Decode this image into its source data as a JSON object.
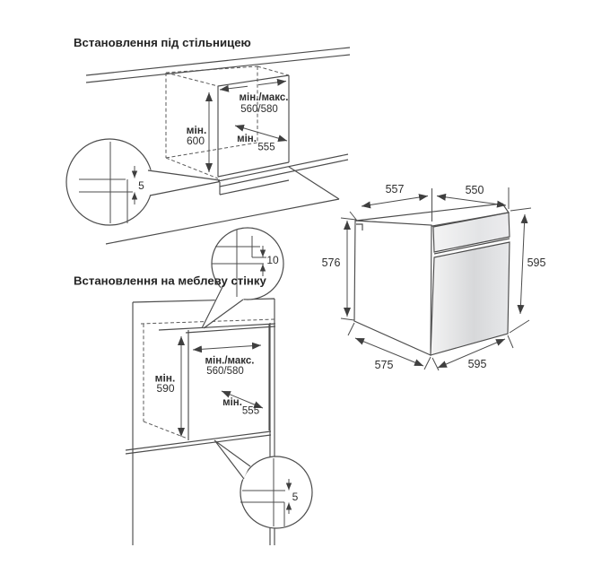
{
  "colors": {
    "line": "#4c4c4c",
    "text": "#2e2e2e",
    "door_gray": "#d8d9db",
    "background": "#ffffff"
  },
  "section_under_countertop": {
    "title": "Встановлення під стільницею",
    "height_label": "мін.",
    "height_value": "600",
    "width_label": "мін./макс.",
    "width_value": "560/580",
    "depth_label": "мін.",
    "depth_value": "555",
    "gap_value": "5"
  },
  "section_furniture_wall": {
    "title": "Встановлення на меблеву стінку",
    "height_label": "мін.",
    "height_value": "590",
    "width_label": "мін./макс.",
    "width_value": "560/580",
    "depth_label": "мін.",
    "depth_value": "555",
    "top_gap_value": "10",
    "bottom_gap_value": "5"
  },
  "oven_drawing": {
    "top_depth": "557",
    "top_width": "550",
    "back_height": "576",
    "front_height": "595",
    "bottom_depth": "575",
    "bottom_width": "595"
  }
}
